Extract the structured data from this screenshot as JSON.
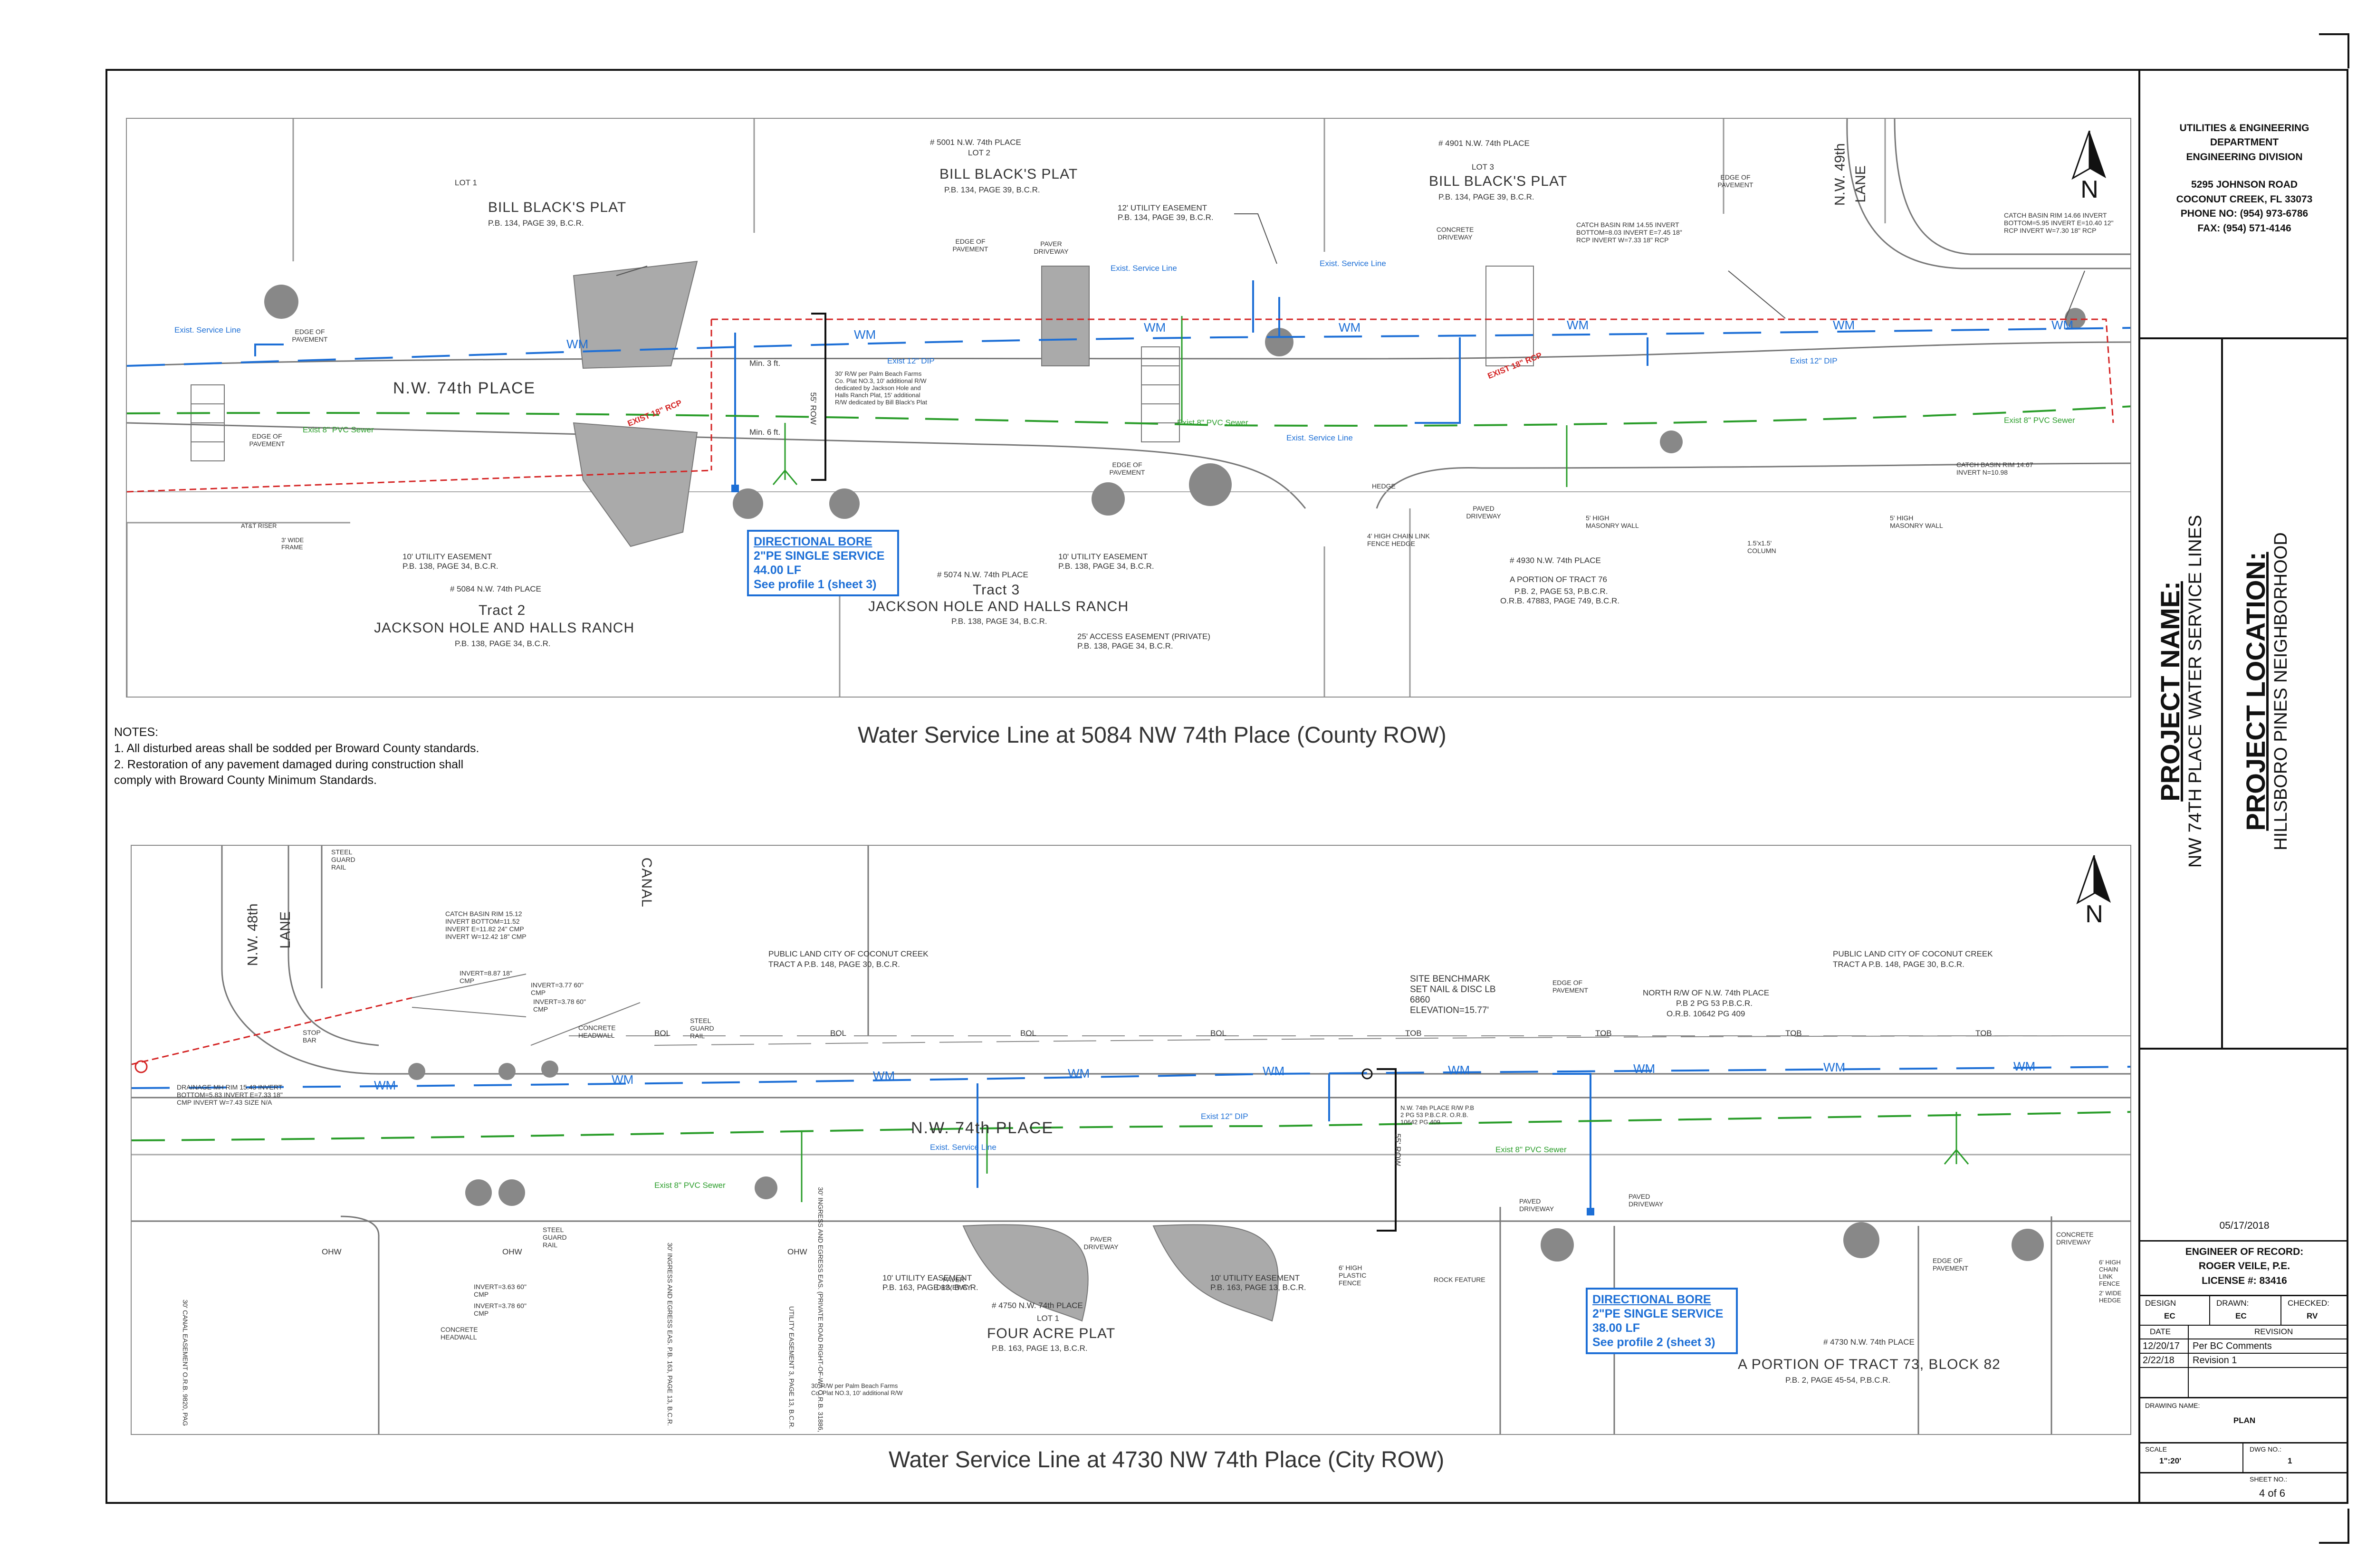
{
  "notes": {
    "heading": "NOTES:",
    "items": [
      "1. All disturbed areas shall be sodded per Broward County standards.",
      "2. Restoration of any pavement damaged during construction shall",
      "comply with Broward County Minimum Standards."
    ]
  },
  "top_plan": {
    "caption": "Water Service Line at 5084 NW 74th Place (County ROW)",
    "north": "N",
    "street": "N.W. 74th PLACE",
    "side_street": "N.W. 49th",
    "side_street_2": "LANE",
    "wm": "WM",
    "labels": {
      "lot1": "LOT 1",
      "bill_blacks_plat_1": "BILL BLACK'S PLAT",
      "pb134_1": "P.B. 134, PAGE 39, B.C.R.",
      "addr_5001": "# 5001 N.W. 74th PLACE",
      "lot2": "LOT 2",
      "bill_blacks_plat_2": "BILL BLACK'S PLAT",
      "pb134_2": "P.B. 134, PAGE 39, B.C.R.",
      "addr_4901": "# 4901 N.W. 74th PLACE",
      "lot3": "LOT 3",
      "bill_blacks_plat_3": "BILL BLACK'S PLAT",
      "pb134_3": "P.B. 134, PAGE 39, B.C.R.",
      "util_ease_12": "12' UTILITY EASEMENT",
      "util_ease_12_ref": "P.B. 134, PAGE 39, B.C.R.",
      "exist_service_line_1": "Exist. Service Line",
      "exist_service_line_2": "Exist. Service Line",
      "exist_service_line_3": "Exist. Service Line",
      "exist_service_line_4": "Exist. Service Line",
      "exist_12_dip_1": "Exist 12\" DIP",
      "exist_12_dip_2": "Exist 12\" DIP",
      "exist_8_pvc_1": "Exist 8\" PVC Sewer",
      "exist_8_pvc_2": "Exist 8\" PVC Sewer",
      "exist_8_pvc_3": "Exist 8\" PVC Sewer",
      "exist_18_rcp_1": "EXIST 18\" RCP",
      "exist_18_rcp_2": "EXIST 18\" RCP",
      "min3": "Min. 3 ft.",
      "min6": "Min. 6 ft.",
      "row55": "55' ROW",
      "edge_pavement_1": "EDGE OF PAVEMENT",
      "edge_pavement_2": "EDGE OF PAVEMENT",
      "edge_pavement_3": "EDGE OF PAVEMENT",
      "edge_pavement_4": "EDGE OF PAVEMENT",
      "edge_pavement_5": "EDGE OF PAVEMENT",
      "paver_driveway": "PAVER DRIVEWAY",
      "concrete_driveway": "CONCRETE DRIVEWAY",
      "paved_driveway": "PAVED DRIVEWAY",
      "catch_basin_1": "CATCH BASIN RIM 14.55 INVERT BOTTOM=8.03 INVERT E=7.45 18\" RCP INVERT W=7.33 18\" RCP",
      "catch_basin_2": "CATCH BASIN RIM 14.66 INVERT BOTTOM=5.95 INVERT E=10.40 12\" RCP INVERT W=7.30 18\" RCP",
      "catch_basin_3": "CATCH BASIN RIM 14.67 INVERT N=10.98",
      "util_ease_10_1": "10' UTILITY EASEMENT",
      "util_ease_10_1_ref": "P.B. 138, PAGE 34, B.C.R.",
      "util_ease_10_2": "10' UTILITY EASEMENT",
      "util_ease_10_2_ref": "P.B. 138, PAGE 34, B.C.R.",
      "addr_5084": "# 5084 N.W. 74th PLACE",
      "tract2": "Tract 2",
      "jackson_1": "JACKSON HOLE AND HALLS RANCH",
      "pb138_1": "P.B. 138, PAGE 34, B.C.R.",
      "addr_5074": "# 5074 N.W. 74th PLACE",
      "tract3": "Tract 3",
      "jackson_2": "JACKSON HOLE AND HALLS RANCH",
      "pb138_2": "P.B. 138, PAGE 34, B.C.R.",
      "access_ease": "25' ACCESS EASEMENT (PRIVATE)",
      "access_ease_ref": "P.B. 138, PAGE 34, B.C.R.",
      "addr_4930": "# 4930 N.W. 74th PLACE",
      "portion_tract76": "A PORTION OF TRACT 76",
      "pb2_1": "P.B. 2, PAGE 53, P.B.C.R.",
      "orb_47883": "O.R.B. 47883, PAGE 749, B.C.R.",
      "hedge": "HEDGE",
      "chain_fence": "4' HIGH CHAIN LINK FENCE HEDGE",
      "masonry_1": "5' HIGH MASONRY WALL",
      "masonry_2": "5' HIGH MASONRY WALL",
      "column": "1.5'x1.5' COLUMN",
      "row_30": "30' R/W per Palm Beach Farms Co. Plat NO.3, 10' additional R/W dedicated by Jackson Hole and Halls Ranch Plat, 15' additional R/W dedicated by Bill Black's Plat",
      "att_riser": "AT&T RISER",
      "wide_frame": "3' WIDE FRAME"
    },
    "callout": {
      "line1": "DIRECTIONAL BORE",
      "line2": "2\"PE SINGLE SERVICE",
      "line3": "44.00 LF",
      "line4": "See profile 1 (sheet 3)"
    }
  },
  "bottom_plan": {
    "caption": "Water Service Line at 4730 NW 74th Place (City ROW)",
    "north": "N",
    "street": "N.W. 74th PLACE",
    "side_street": "N.W. 48th",
    "side_street_2": "LANE",
    "canal": "CANAL",
    "wm": "WM",
    "bol": "BOL",
    "tob": "TOB",
    "ohw": "OHW",
    "labels": {
      "public_land_1": "PUBLIC LAND CITY OF COCONUT CREEK",
      "public_land_1_ref": "TRACT A  P.B. 148, PAGE 30, B.C.R.",
      "public_land_2": "PUBLIC LAND CITY OF COCONUT CREEK",
      "public_land_2_ref": "TRACT A  P.B. 148, PAGE 30, B.C.R.",
      "site_benchmark": "SITE BENCHMARK SET NAIL & DISC LB 6860 ELEVATION=15.77'",
      "north_rw": "NORTH R/W OF N.W. 74th PLACE",
      "north_rw_ref1": "P.B 2 PG 53 P.B.C.R.",
      "north_rw_ref2": "O.R.B. 10642 PG 409",
      "rw_small": "N.W. 74th PLACE R/W P.B 2 PG 53 P.B.C.R. O.R.B. 10642 PG 409",
      "catch_basin": "CATCH BASIN RIM 15.12 INVERT BOTTOM=11.52 INVERT E=11.82 24\" CMP INVERT W=12.42 18\" CMP",
      "drainage_mh": "DRAINAGE MH RIM 15.43 INVERT BOTTOM=5.83 INVERT E=7.33 18\" CMP INVERT W=7.43 SIZE N/A",
      "invert_887": "INVERT=8.87 18\" CMP",
      "invert_377": "INVERT=3.77 60\" CMP",
      "invert_378": "INVERT=3.78 60\" CMP",
      "invert_363": "INVERT=3.63 60\" CMP",
      "invert_378b": "INVERT=3.78 60\" CMP",
      "concrete_headwall_1": "CONCRETE HEADWALL",
      "concrete_headwall_2": "CONCRETE HEADWALL",
      "steel_guard_1": "STEEL GUARD RAIL",
      "steel_guard_2": "STEEL GUARD RAIL",
      "steel_guard_3": "STEEL GUARD RAIL",
      "stop_bar": "STOP BAR",
      "exist_12_dip": "Exist 12\" DIP",
      "exist_8_pvc_1": "Exist 8\" PVC Sewer",
      "exist_8_pvc_2": "Exist 8\" PVC Sewer",
      "exist_service_line": "Exist. Service Line",
      "row55": "55' ROW",
      "edge_pavement_1": "EDGE OF PAVEMENT",
      "edge_pavement_2": "EDGE OF PAVEMENT",
      "paved_driveway_1": "PAVED DRIVEWAY",
      "paved_driveway_2": "PAVED DRIVEWAY",
      "paver_driveway_1": "PAVER DRIVEWAY",
      "paver_driveway_2": "PAVER DRIVEWAY",
      "util_ease_10_1": "10' UTILITY EASEMENT",
      "util_ease_10_1_ref": "P.B. 163, PAGE 13, B.C.R.",
      "util_ease_10_2": "10' UTILITY EASEMENT",
      "util_ease_10_2_ref": "P.B. 163, PAGE 13, B.C.R.",
      "plastic_fence": "6' HIGH PLASTIC FENCE",
      "rock_feature": "ROCK FEATURE",
      "concrete_driveway": "CONCRETE DRIVEWAY",
      "chain_fence": "6' HIGH CHAIN LINK FENCE",
      "hedge_2wide": "2' WIDE HEDGE",
      "addr_4750": "# 4750 N.W. 74th PLACE",
      "lot1": "LOT 1",
      "four_acre": "FOUR ACRE PLAT",
      "pb163": "P.B. 163, PAGE 13, B.C.R.",
      "addr_4730": "# 4730 N.W. 74th PLACE",
      "portion_tract73": "A PORTION OF TRACT 73, BLOCK 82",
      "pb2": "P.B. 2, PAGE 45-54, P.B.C.R.",
      "row_30": "30' R/W per Palm Beach Farms Co. Plat NO.3, 10' additional R/W",
      "vert_1": "30' INGRESS AND EGRESS EAS. (PRIVATE ROAD RIGHT-OF-WA O.R.B. 31886, PAGE 378, B.C.",
      "vert_2": "30' INGRESS AND EGRESS EAS. P.B. 163, PAGE 13, B.C.R.",
      "vert_3": "UTILITY EASEMENT 3, PAGE 13, B.C.R.",
      "vert_4": "30' CANAL EASEMENT O.R.B. 9820, PAG"
    },
    "callout": {
      "line1": "DIRECTIONAL BORE",
      "line2": "2\"PE SINGLE SERVICE",
      "line3": "38.00 LF",
      "line4": "See profile 2 (sheet 3)"
    }
  },
  "titleblock": {
    "dept_1": "UTILITIES & ENGINEERING",
    "dept_2": "DEPARTMENT",
    "dept_3": "ENGINEERING DIVISION",
    "addr_1": "5295 JOHNSON ROAD",
    "addr_2": "COCONUT CREEK, FL 33073",
    "phone": "PHONE NO: (954) 973-6786",
    "fax": "FAX: (954) 571-4146",
    "project_name_label": "PROJECT NAME:",
    "project_name": "NW 74TH PLACE WATER SERVICE LINES",
    "project_location_label": "PROJECT LOCATION:",
    "project_location": "HILLSBORO PINES NEIGHBORHOOD",
    "date": "05/17/2018",
    "eor_1": "ENGINEER OF RECORD:",
    "eor_2": "ROGER VEILE, P.E.",
    "eor_3": "LICENSE #: 83416",
    "design_label": "DESIGN",
    "drawn_label": "DRAWN:",
    "checked_label": "CHECKED:",
    "design": "EC",
    "drawn": "EC",
    "checked": "RV",
    "date_label": "DATE",
    "revision_label": "REVISION",
    "rev_1_date": "12/20/17",
    "rev_1": "Per BC Comments",
    "rev_2_date": "2/22/18",
    "rev_2": "Revision 1",
    "drawing_name_label": "DRAWING NAME:",
    "drawing_name": "PLAN",
    "scale_label": "SCALE",
    "scale": "1\":20'",
    "dwg_label": "DWG NO.:",
    "dwg": "1",
    "sheet_label": "SHEET NO.:",
    "sheet": "4 of 6"
  },
  "colors": {
    "water": "#1d6fd6",
    "sewer": "#2a9d2a",
    "drain": "#d42323",
    "pavement": "#777777",
    "structure": "#aaaaaa"
  }
}
